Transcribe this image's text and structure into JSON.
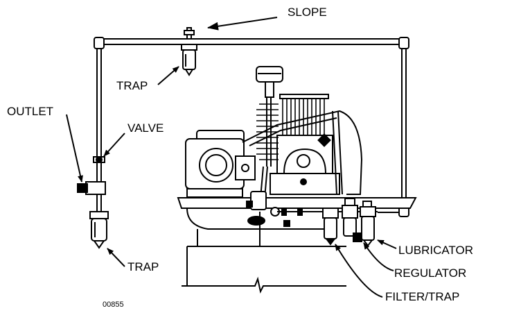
{
  "labels": {
    "slope": "SLOPE",
    "trap_top": "TRAP",
    "outlet": "OUTLET",
    "valve": "VALVE",
    "trap_bottom": "TRAP",
    "lubricator": "LUBRICATOR",
    "regulator": "REGULATOR",
    "filter_trap": "FILTER/TRAP"
  },
  "figure_code": "00855"
}
